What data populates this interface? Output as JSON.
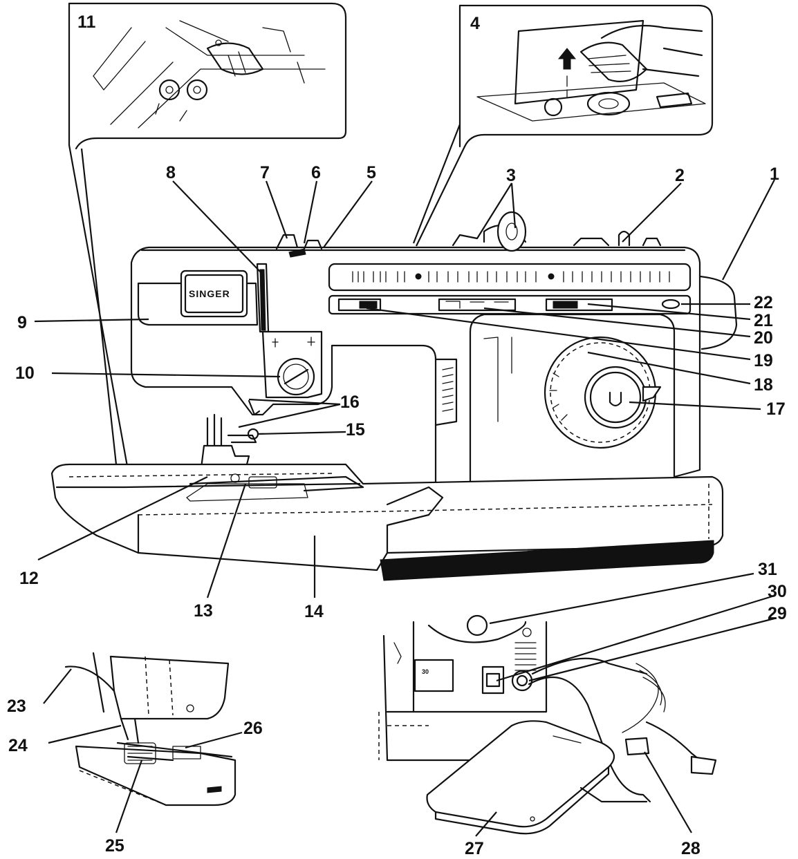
{
  "brand": "SINGER",
  "callouts": [
    "1",
    "2",
    "3",
    "4",
    "5",
    "6",
    "7",
    "8",
    "9",
    "10",
    "11",
    "12",
    "13",
    "14",
    "15",
    "16",
    "17",
    "18",
    "19",
    "20",
    "21",
    "22",
    "23",
    "24",
    "25",
    "26",
    "27",
    "28",
    "29",
    "30",
    "31"
  ],
  "colors": {
    "ink": "#111111",
    "paper": "#ffffff"
  }
}
